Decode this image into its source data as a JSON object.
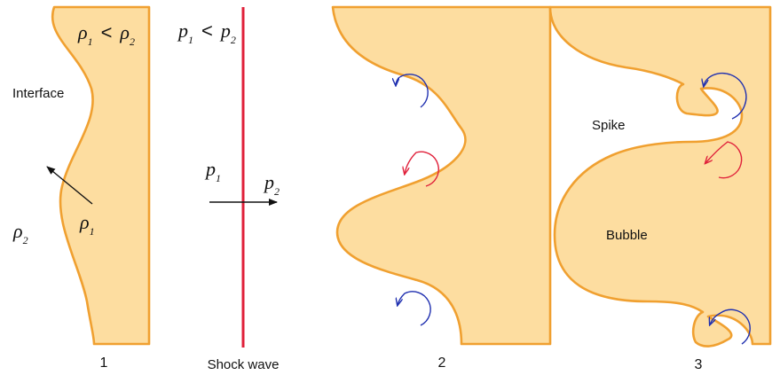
{
  "colors": {
    "fluid_fill": "#FDDDA0",
    "interface_stroke": "#F0A030",
    "shock_wave": "#E0203A",
    "vortex_blue": "#2030B0",
    "vortex_red": "#E0203A",
    "arrow": "#111111"
  },
  "panel1": {
    "inequality": {
      "lhs_sym": "ρ",
      "lhs_sub": "1",
      "op": "<",
      "rhs_sym": "ρ",
      "rhs_sub": "2"
    },
    "interface_label": "Interface",
    "left_density": {
      "sym": "ρ",
      "sub": "2"
    },
    "right_density": {
      "sym": "ρ",
      "sub": "1"
    },
    "stage_number": "1"
  },
  "shock": {
    "inequality": {
      "lhs_sym": "p",
      "lhs_sub": "1",
      "op": "<",
      "rhs_sym": "p",
      "rhs_sub": "2"
    },
    "left_pressure": {
      "sym": "p",
      "sub": "1"
    },
    "right_pressure": {
      "sym": "p",
      "sub": "2"
    },
    "label": "Shock wave"
  },
  "panel2": {
    "stage_number": "2"
  },
  "panel3": {
    "spike_label": "Spike",
    "bubble_label": "Bubble",
    "stage_number": "3"
  }
}
